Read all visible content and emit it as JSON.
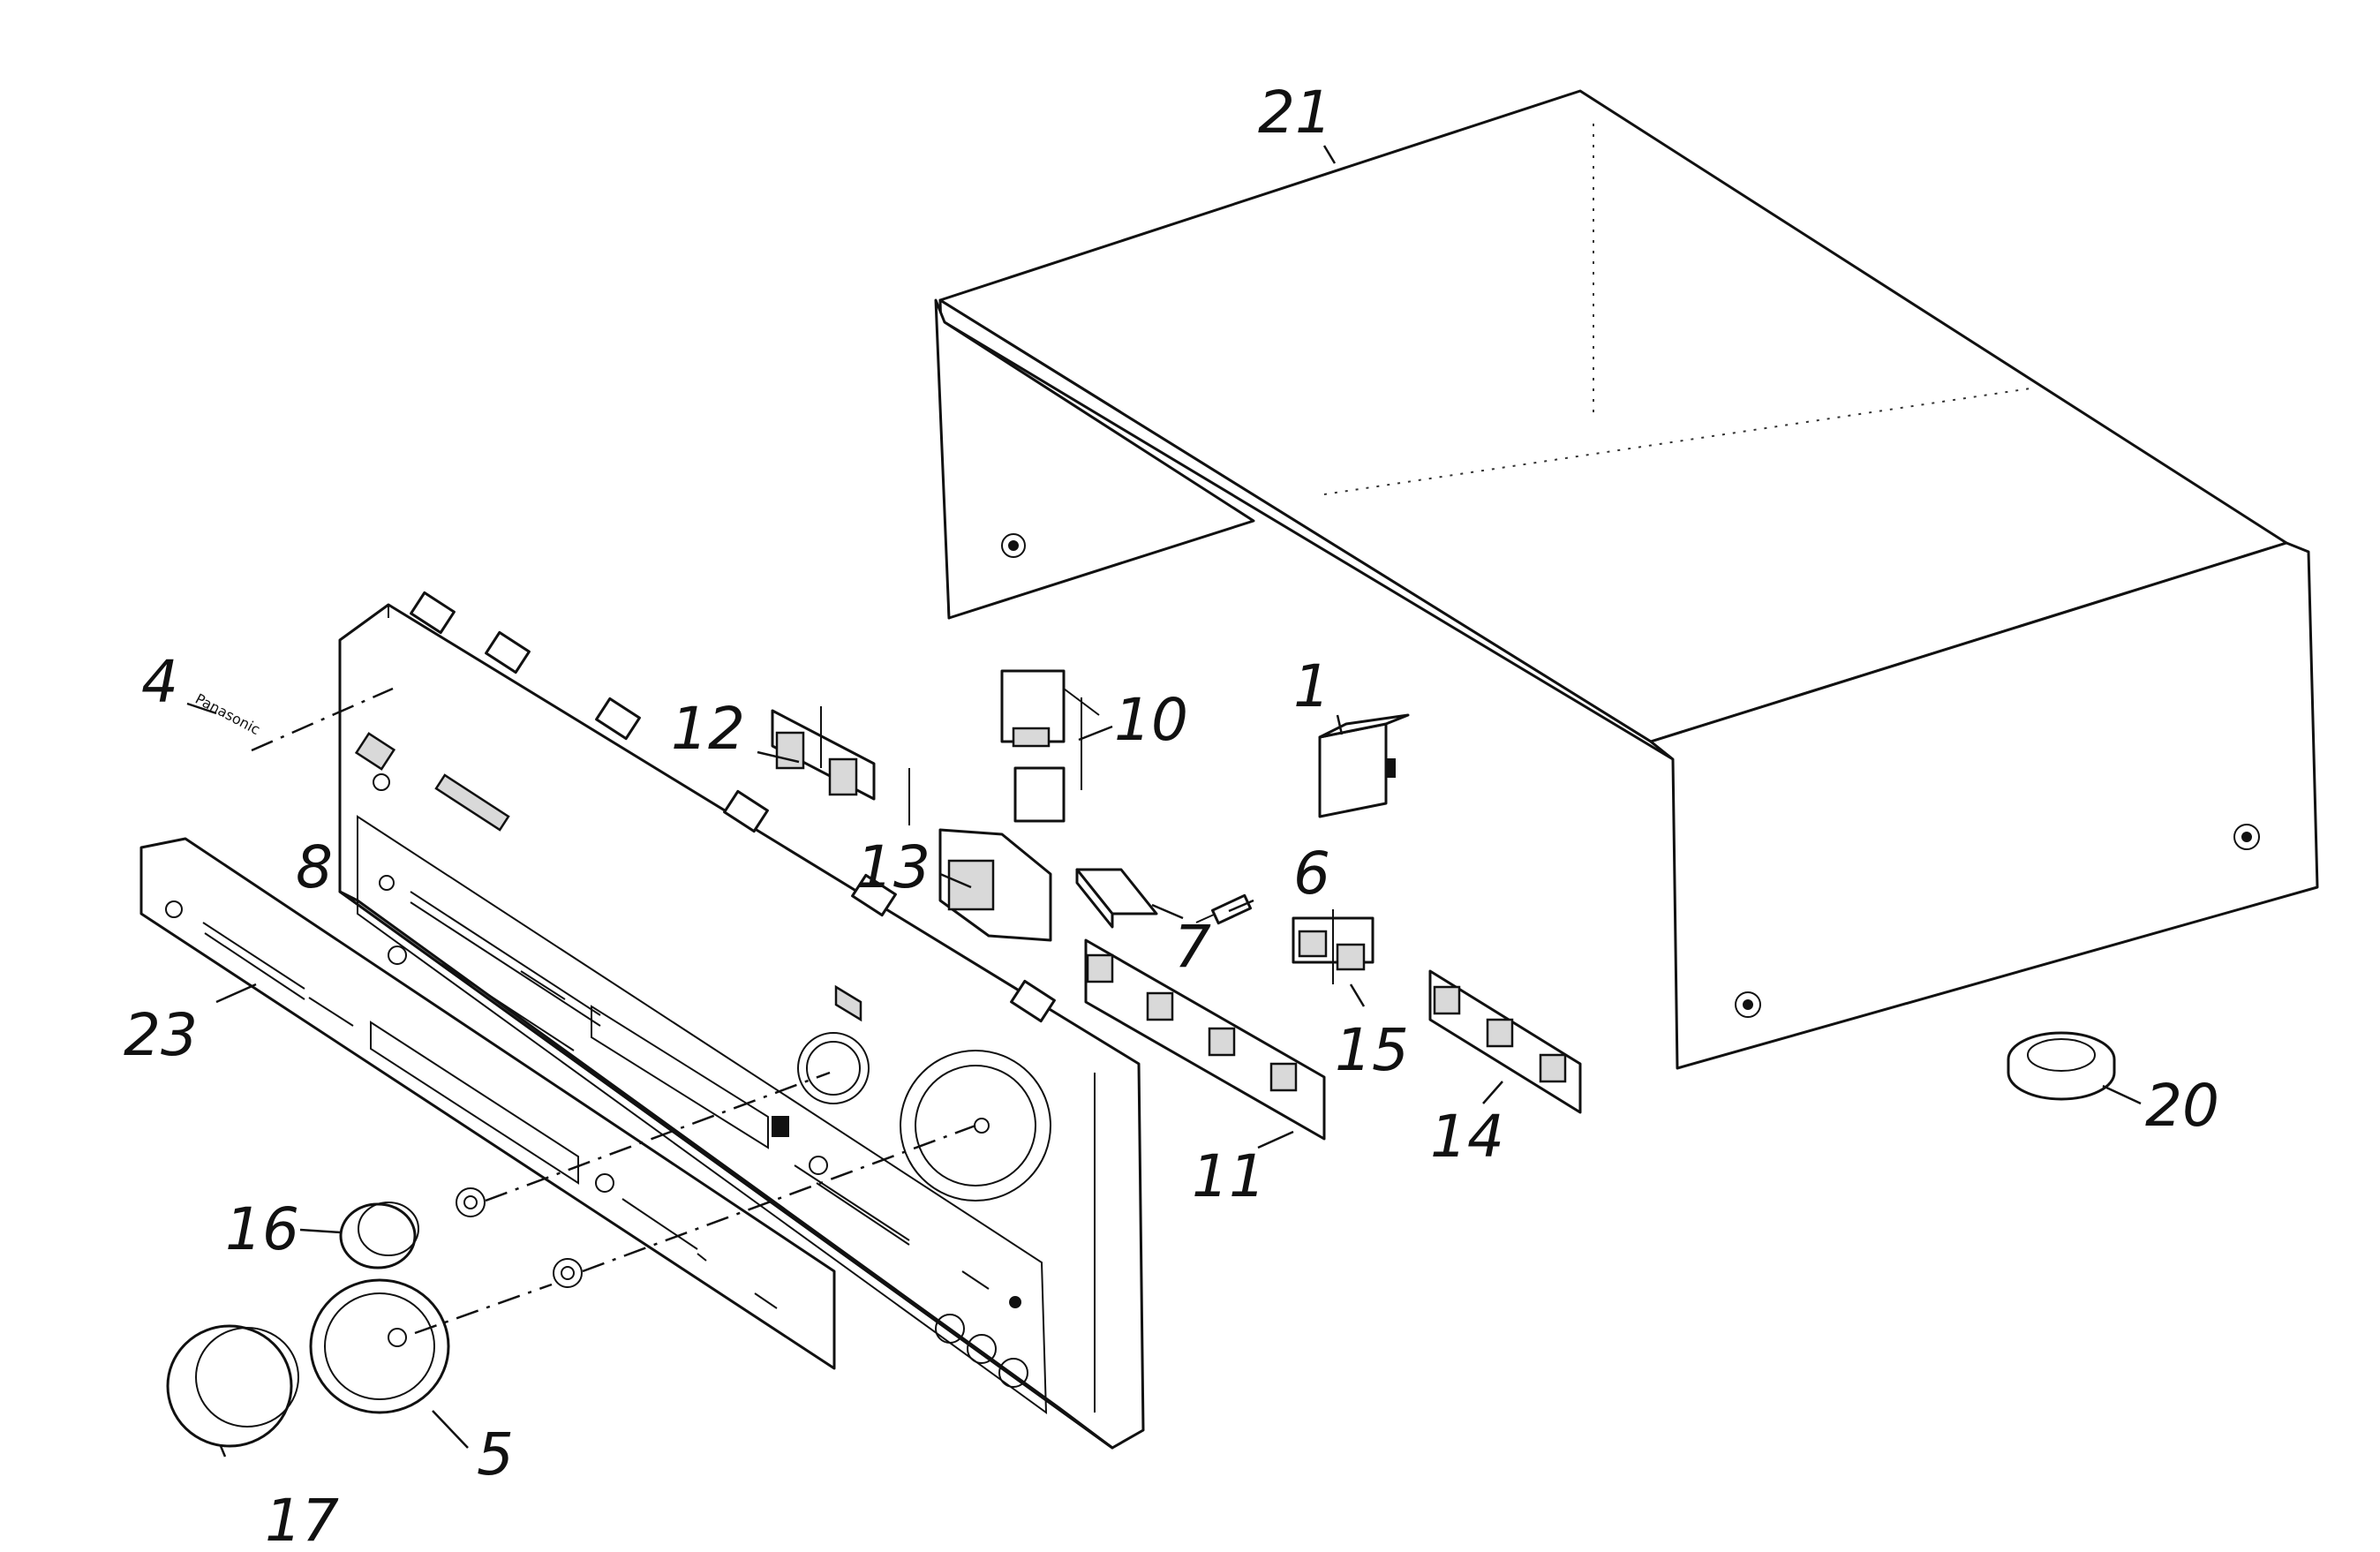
{
  "diagram": {
    "type": "exploded parts diagram",
    "callouts": {
      "c1": "1",
      "c4": "4",
      "c5": "5",
      "c6": "6",
      "c7": "7",
      "c8": "8",
      "c10": "10",
      "c11": "11",
      "c12": "12",
      "c13": "13",
      "c14": "14",
      "c15": "15",
      "c16": "16",
      "c17": "17",
      "c20": "20",
      "c21": "21",
      "c23": "23"
    },
    "brand_text": "Panasonic"
  }
}
